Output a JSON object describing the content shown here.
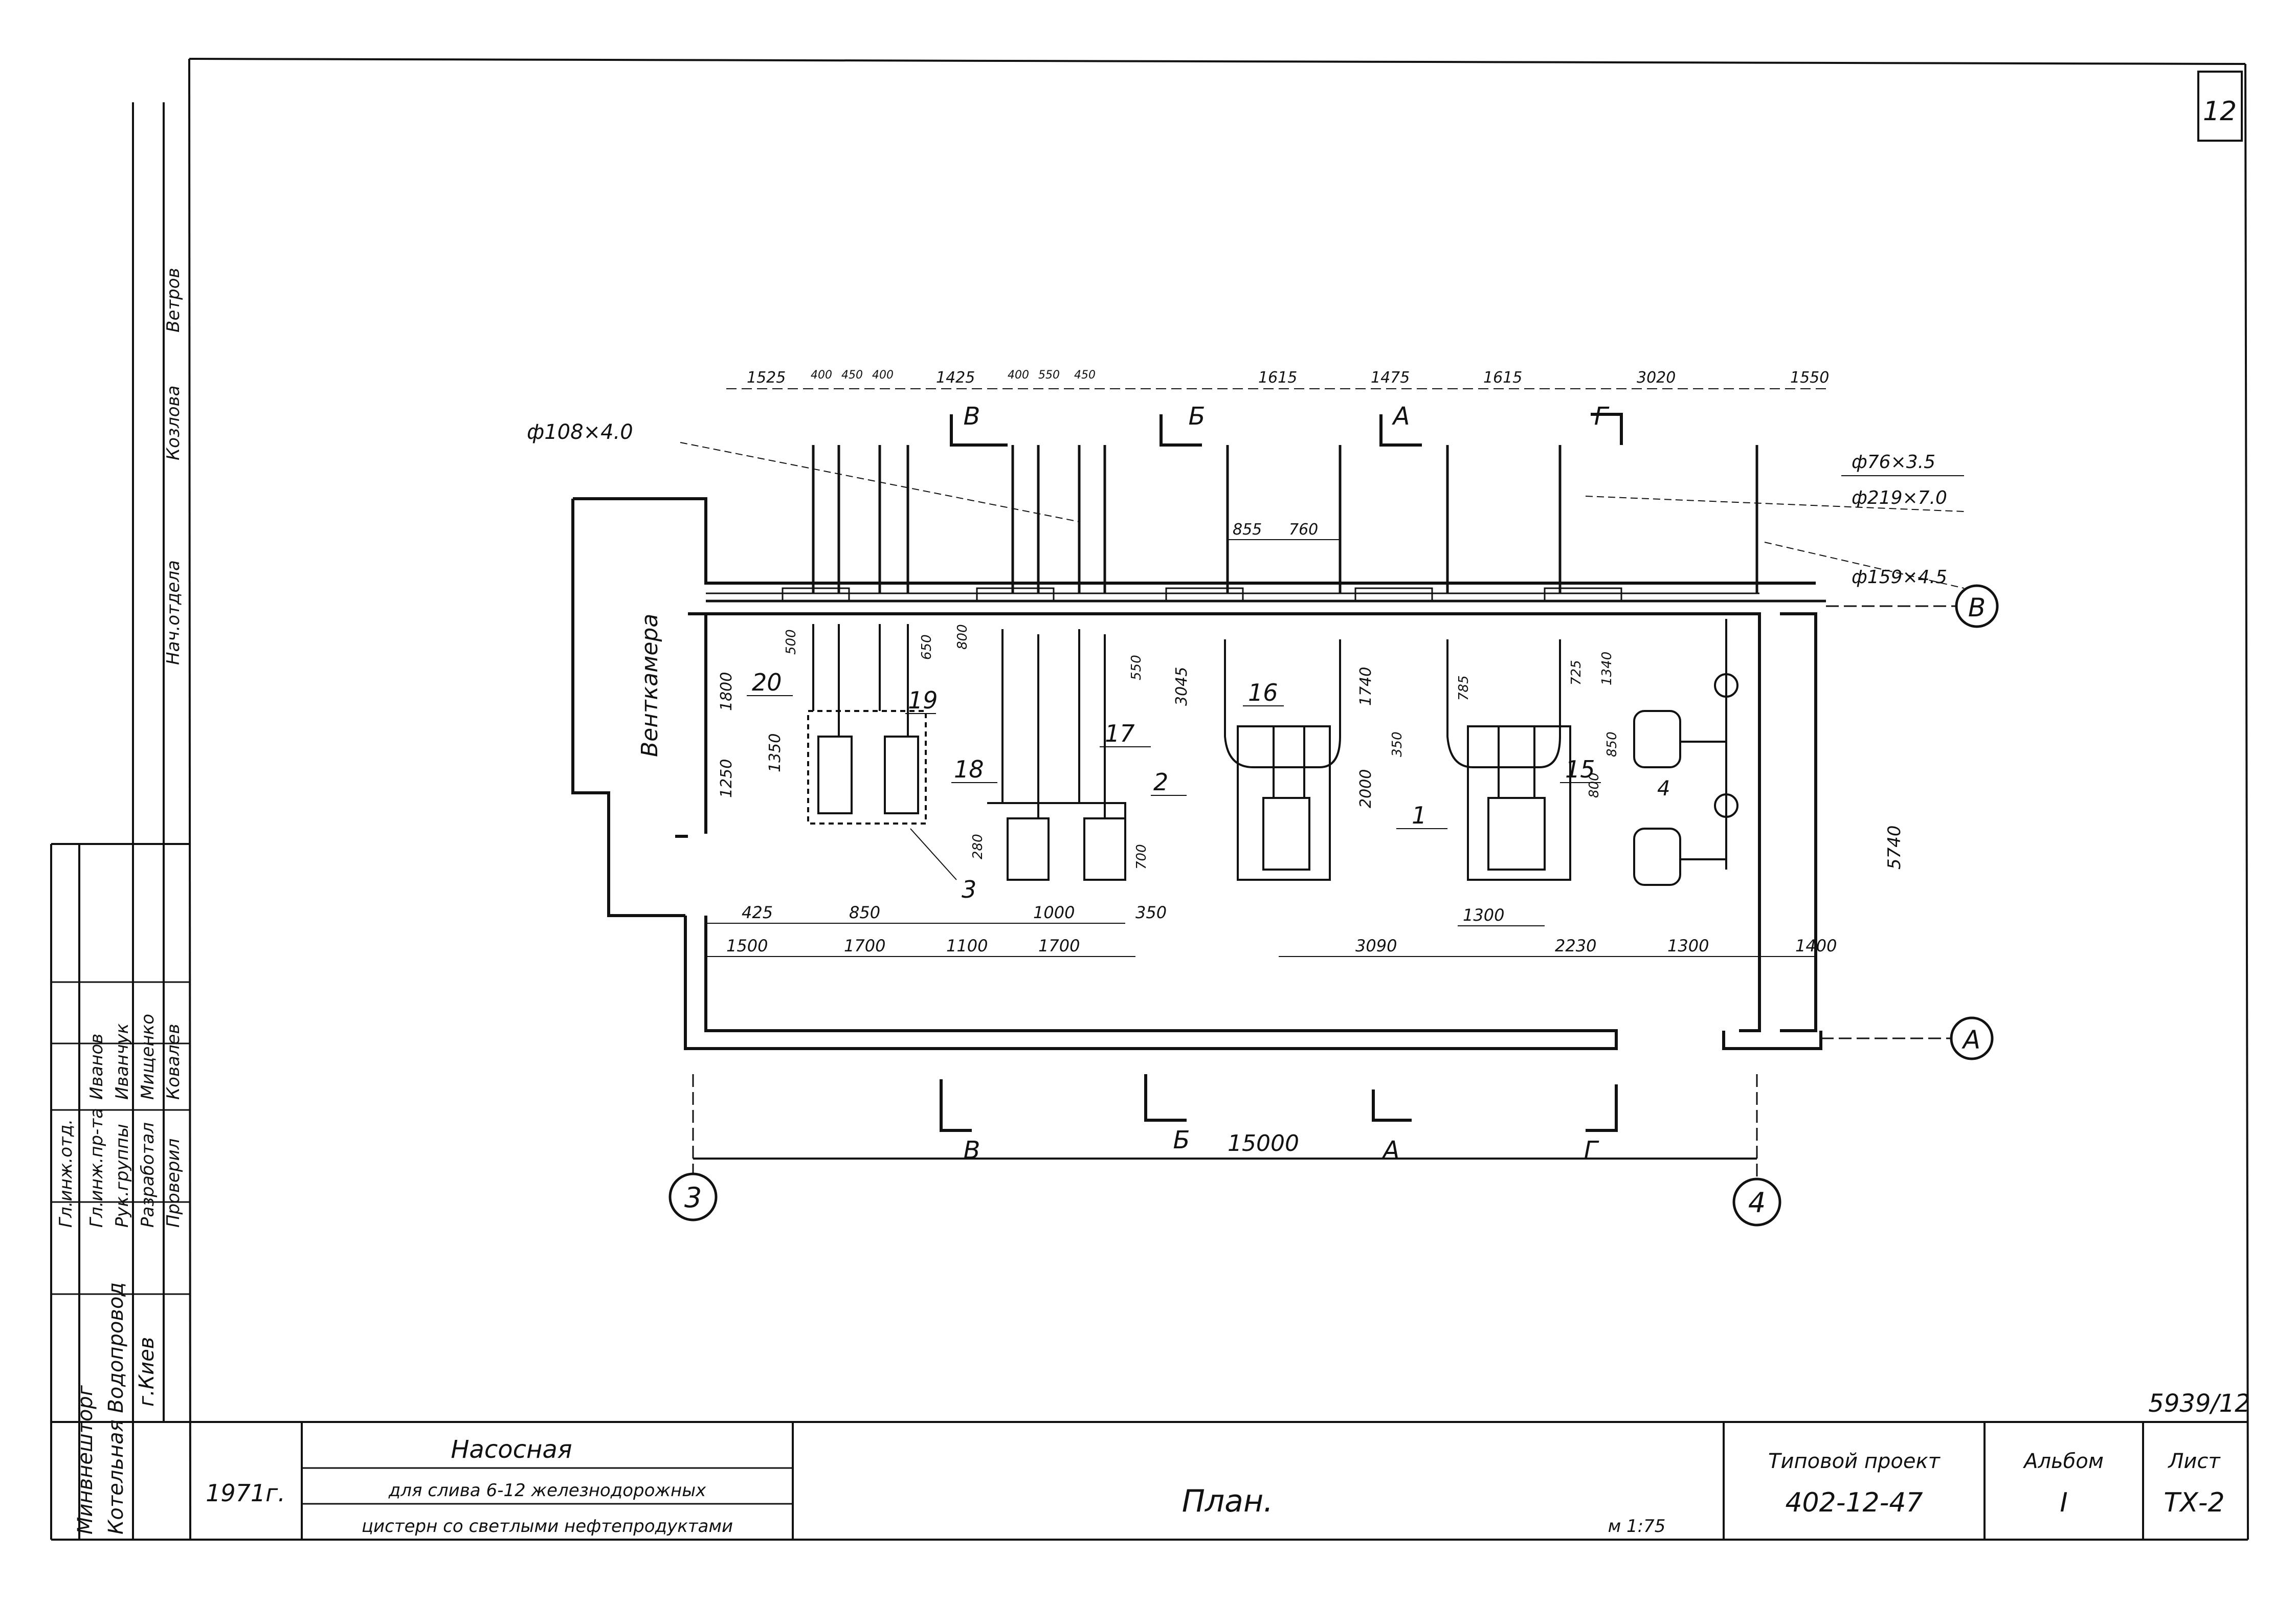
{
  "sheet_number": "12",
  "archive_number": "5939/12",
  "scale": "м 1:75",
  "title_block": {
    "year": "1971г.",
    "org_1": "Минвнешторг",
    "org_2": "Котельная Водопровод",
    "org_3": "г.Киев",
    "project_name_line1": "Насосная",
    "project_name_line2": "для слива 6-12 железнодорожных",
    "project_name_line3": "цистерн со светлыми нефтепродуктами",
    "drawing_title": "План.",
    "project_type_label": "Типовой проект",
    "project_number": "402-12-47",
    "album_label": "Альбом",
    "album_value": "I",
    "sheet_label": "Лист",
    "sheet_value": "ТХ-2"
  },
  "signatures": [
    "Гл.инж.отд.",
    "Гл.инж.пр-та",
    "Рук.группы",
    "Разработал",
    "Проверил",
    "Нач.отдела"
  ],
  "signature_names": [
    "Иванов",
    "Иванчук",
    "Мищенко",
    "Ковалев",
    "Козлова",
    "Ветров"
  ],
  "room_label": "Венткамера",
  "pipe_labels": [
    "ф108×4.0",
    "ф76×3.5",
    "ф219×7.0",
    "ф159×4.5"
  ],
  "axis_labels": [
    "В",
    "А",
    "3",
    "4"
  ],
  "section_marks": [
    "В",
    "Б",
    "А",
    "Г"
  ],
  "equipment_numbers": [
    "20",
    "19",
    "18",
    "17",
    "2",
    "16",
    "1",
    "15",
    "4",
    "3"
  ],
  "dims_top": [
    "1525",
    "400",
    "450",
    "400",
    "1425",
    "400",
    "550",
    "450",
    "1615",
    "1475",
    "1615",
    "3020",
    "1550"
  ],
  "dims_mid": [
    "855",
    "760"
  ],
  "dims_vertical": [
    "500",
    "1800",
    "1250",
    "1350",
    "800",
    "650",
    "3045",
    "550",
    "1740",
    "350",
    "2000",
    "785",
    "725",
    "1340",
    "800",
    "850",
    "5740",
    "280",
    "700"
  ],
  "dims_bottom_row1": [
    "425",
    "850",
    "1000",
    "350",
    "1300"
  ],
  "dims_bottom_row2": [
    "1500",
    "1700",
    "1100",
    "1700",
    "3090",
    "2230",
    "1300",
    "1400"
  ],
  "overall_dim": "15000"
}
